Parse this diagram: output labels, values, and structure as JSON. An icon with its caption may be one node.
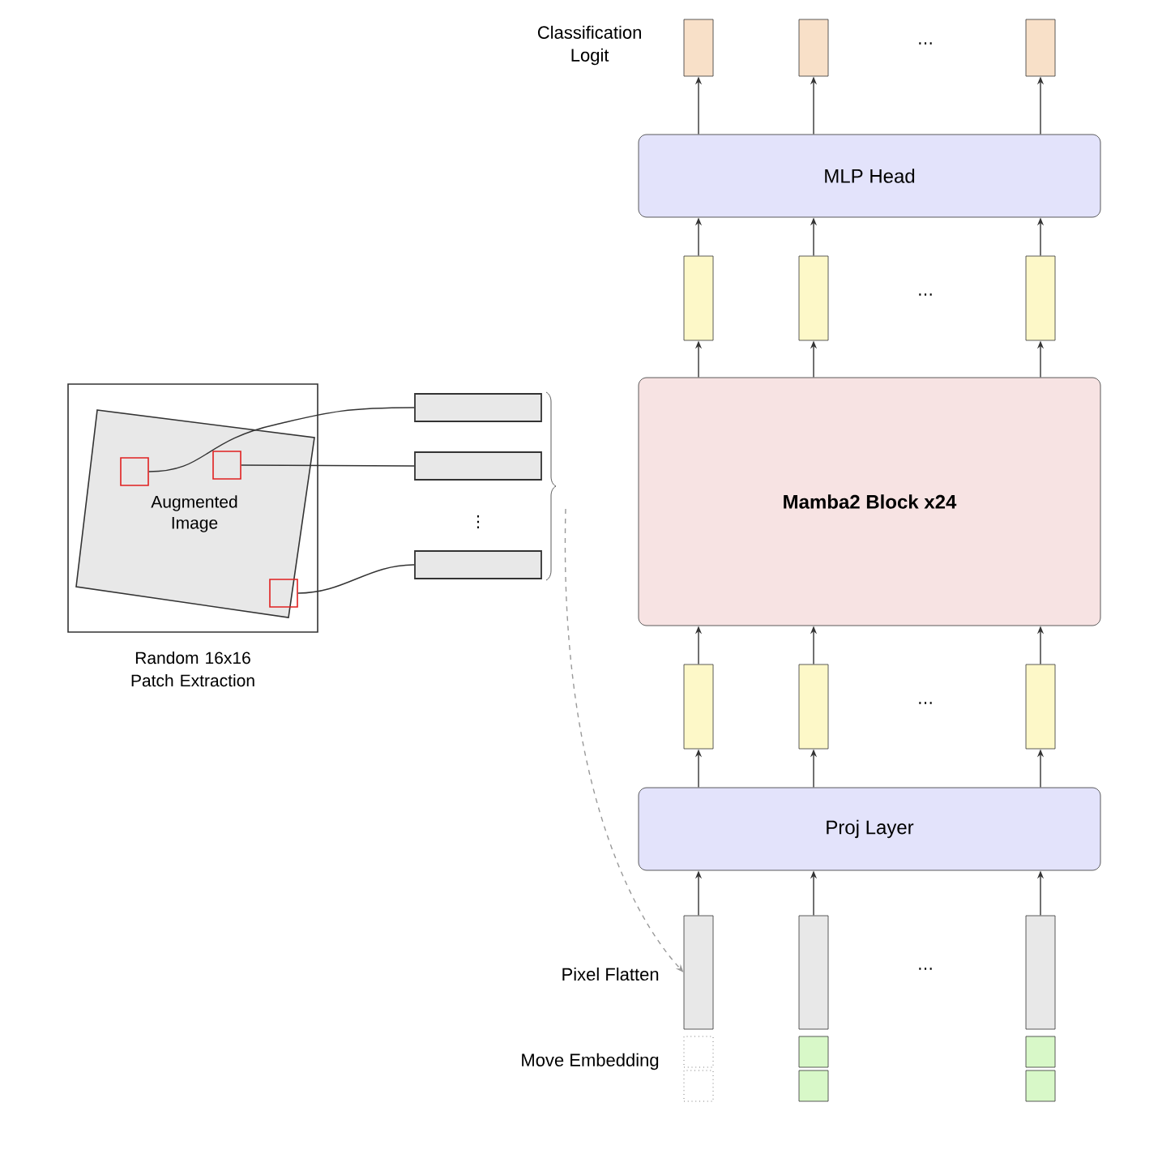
{
  "diagram": {
    "nodes": [
      {
        "text": [],
        "shape": "box"
      },
      {
        "text": [],
        "shape": "box"
      },
      {
        "text": [],
        "shape": "box"
      },
      {
        "text": [
          "MLP Head"
        ]
      },
      {
        "text": [],
        "shape": "box"
      },
      {
        "text": [],
        "shape": "box"
      },
      {
        "text": [],
        "shape": "box"
      },
      {
        "text": [],
        "shape": "box",
        "beside": [
          "Random 16x16 Patch Extraction"
        ]
      },
      {
        "text": [
          "Augmented Image"
        ],
        "in": 7
      },
      {
        "text": [],
        "shape": "box",
        "in": 8
      },
      {
        "text": [],
        "shape": "box",
        "in": 8
      },
      {
        "text": [],
        "shape": "box",
        "in": 8
      },
      {
        "text": [],
        "shape": "bar"
      },
      {
        "text": [],
        "shape": "bar"
      },
      {
        "text": [],
        "shape": "bar"
      },
      {
        "text": [
          "Mamba2 Block x24"
        ]
      },
      {
        "text": [],
        "shape": "box"
      },
      {
        "text": [],
        "shape": "box"
      },
      {
        "text": [],
        "shape": "box"
      },
      {
        "text": [
          "Proj Layer"
        ]
      },
      {
        "text": [],
        "shape": "box"
      },
      {
        "text": [],
        "shape": "box"
      },
      {
        "text": [],
        "shape": "box"
      },
      {
        "text": [],
        "shape": "box"
      },
      {
        "text": [],
        "shape": "box"
      },
      {
        "text": [],
        "shape": "box"
      },
      {
        "text": [],
        "shape": "box"
      },
      {
        "text": [],
        "shape": "box"
      },
      {
        "text": [],
        "shape": "box"
      }
    ],
    "edges": [
      {
        "from": 9,
        "to": 12,
        "arrow": "none"
      },
      {
        "from": 10,
        "to": 13,
        "arrow": "none"
      },
      {
        "from": 11,
        "to": 14,
        "arrow": "none"
      },
      {
        "from": null,
        "to": 20,
        "arrow": "to",
        "style": "dashed",
        "color": "#999999"
      },
      {
        "from": 20,
        "to": 19,
        "arrow": "to"
      },
      {
        "from": 21,
        "to": 19,
        "arrow": "to"
      },
      {
        "from": 22,
        "to": 19,
        "arrow": "to"
      },
      {
        "from": 19,
        "to": 16,
        "arrow": "to"
      },
      {
        "from": 19,
        "to": 17,
        "arrow": "to"
      },
      {
        "from": 19,
        "to": 18,
        "arrow": "to"
      },
      {
        "from": 16,
        "to": 15,
        "arrow": "to"
      },
      {
        "from": 17,
        "to": 15,
        "arrow": "to"
      },
      {
        "from": 18,
        "to": 15,
        "arrow": "to"
      },
      {
        "from": 15,
        "to": 4,
        "arrow": "to"
      },
      {
        "from": 15,
        "to": 5,
        "arrow": "to"
      },
      {
        "from": 15,
        "to": 6,
        "arrow": "to"
      },
      {
        "from": 4,
        "to": 3,
        "arrow": "to"
      },
      {
        "from": 5,
        "to": 3,
        "arrow": "to"
      },
      {
        "from": 6,
        "to": 3,
        "arrow": "to"
      },
      {
        "from": 3,
        "to": 0,
        "arrow": "to"
      },
      {
        "from": 3,
        "to": 1,
        "arrow": "to"
      },
      {
        "from": 3,
        "to": 2,
        "arrow": "to"
      }
    ],
    "labels": [
      "Classification Logit",
      "⋯",
      "⋯",
      "⋮",
      "⋯",
      "Pixel Flatten",
      "⋯",
      "Move Embedding"
    ]
  }
}
